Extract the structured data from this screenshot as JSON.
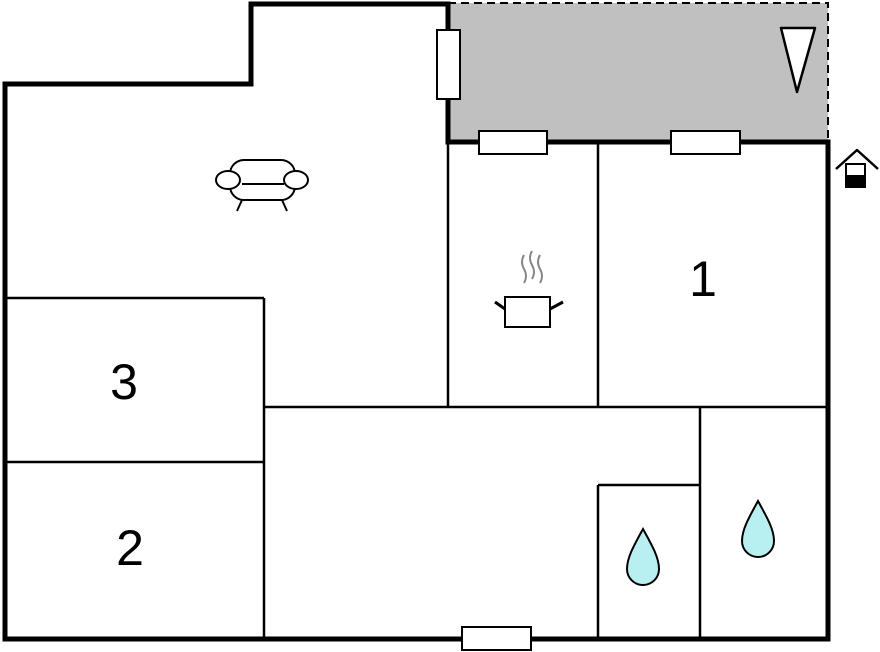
{
  "rooms": {
    "bedroom_1": {
      "label": "1"
    },
    "bedroom_2": {
      "label": "2"
    },
    "bedroom_3": {
      "label": "3"
    }
  },
  "icons": {
    "living_room": "sofa-icon",
    "kitchen": "cooking-pot-icon",
    "bathroom_1": "water-drop-icon",
    "bathroom_2": "water-drop-icon",
    "terrace": "triangle-icon",
    "entrance": "house-entrance-icon"
  },
  "colors": {
    "wall": "#000000",
    "terrace_fill": "#c0c0c0",
    "water_fill": "#b8f0f2",
    "background": "#ffffff",
    "steam": "#888888"
  }
}
